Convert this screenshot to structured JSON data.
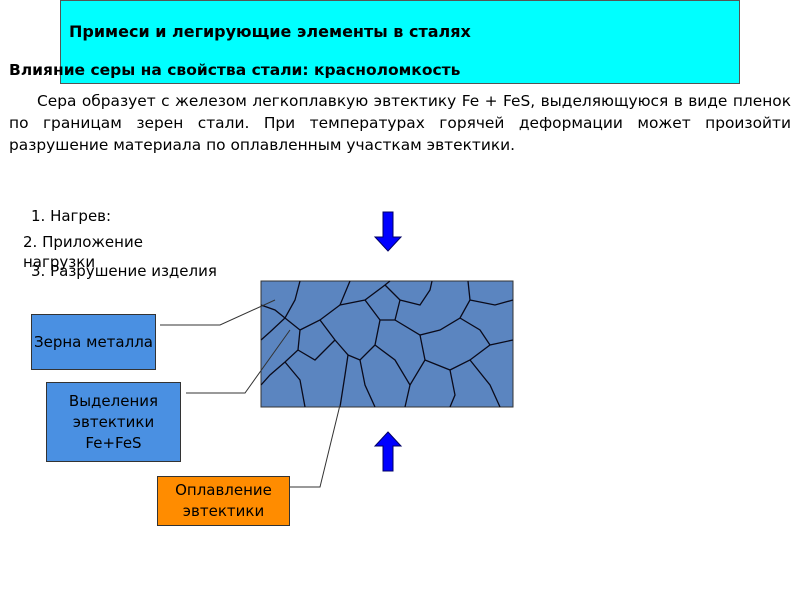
{
  "title": "Примеси и легирующие элементы в сталях",
  "subtitle": "Влияние серы на свойства стали: красноломкость",
  "paragraph": "Сера образует с железом легкоплавкую эвтектику Fe + FeS, выделяющуюся в виде пленок по границам зерен стали. При температурах горячей деформации может произойти разрушение материала по оплавленным участкам эвтектики.",
  "steps": [
    "1. Нагрев:",
    "2. Приложение нагрузки",
    "3. Разрушение изделия"
  ],
  "labels": {
    "grains": "Зерна металла",
    "eutectic": "Выделения эвтектики Fe+FeS",
    "melting": "Оплавление эвтектики"
  },
  "colors": {
    "title_bg": "#00ffff",
    "steel_block": "#5b85c0",
    "label_blue": "#4a90e2",
    "label_orange": "#ff8c00",
    "arrow": "#0000ff"
  }
}
